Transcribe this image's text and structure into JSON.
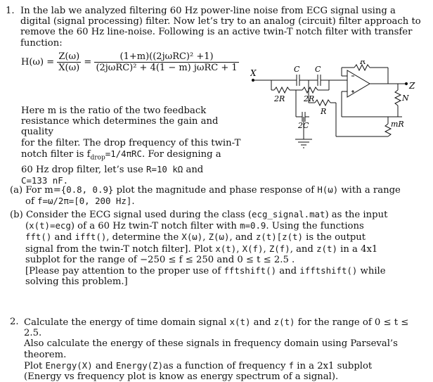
{
  "q1": {
    "number": "1.",
    "intro": "In the lab we analyzed filtering 60 Hz power-line noise from ECG signal using a digital (signal processing) filter. Now let’s try to an analog (circuit) filter approach to remove the 60 Hz line-noise. Following is an active twin-T notch filter with transfer function:",
    "equation": {
      "lhs": "H(ω) =",
      "left_num": "Z(ω)",
      "left_den": "X(ω)",
      "eq": "=",
      "right_num": "(1+m)((2jωRC)² +1)",
      "right_den": "(2jωRC)² + 4(1 − m) jωRC + 1"
    },
    "circuit": {
      "in_label": "X",
      "out_label": "Z",
      "c1": "C",
      "c2": "C",
      "r_out": "R",
      "r2a": "2R",
      "r2b": "2R",
      "c2c": "2C",
      "r_low": "R",
      "mr": "mR",
      "n_label": "N"
    },
    "desc_lines": [
      "Here m is the ratio of the two feedback",
      "resistance which determines the gain and quality",
      "for the filter. The drop frequency of this twin-T",
      "notch filter is f",
      "60 Hz drop filter, let’s use",
      "C=133 nF."
    ],
    "fdrop_sub": "drop",
    "fdrop_eq": "=1/4πRC",
    "fdrop_tail": ". For designing a",
    "r_val": "R=10 kΩ",
    "and_word": "and",
    "part_a": {
      "label": "(a)",
      "t1": "For m=",
      "m_vals": "{0.8, 0.9}",
      "t2": "plot the magnitude and phase response of",
      "h": "H(ω)",
      "t3": "with a range",
      "t4": "of",
      "f_range": "f=ω/2π=[0, 200 Hz]",
      "t5": "."
    },
    "part_b": {
      "label": "(b)",
      "l1a": "Consider the ECG signal used during the class (",
      "file": "ecg_signal.mat",
      "l1b": ") as the input",
      "l2a": "(",
      "xt": "x(t)=ecg",
      "l2b": ") of a 60 Hz twin-T notch filter with",
      "m09": "m=0.9",
      "l2c": ". Using the functions",
      "fft": "fft()",
      "l3a": "and",
      "ifft": "ifft()",
      "l3b": ", determine the",
      "Xw": "X(ω)",
      "Zw": "Z(ω)",
      "l3c": ", and",
      "zt": "z(t)[z(t)",
      "l3d": "is the output",
      "l4": "signal from the twin-T notch filter]. Plot",
      "p1": "x(t)",
      "p2": "X(f)",
      "p3": "Z(f)",
      "p4": "z(t)",
      "l4b": "in a 4x1",
      "l5": "subplot for the range of −250 ≤ f ≤ 250 and 0 ≤ t ≤ 2.5 .",
      "l6a": "[Please pay attention to the proper use of",
      "fftshift": "fftshift()",
      "l6b": "and",
      "ifftshift": "ifftshift()",
      "l6c": "while",
      "l7": "solving this problem.]"
    }
  },
  "q2": {
    "number": "2.",
    "l1a": "Calculate the energy of time domain signal",
    "xt": "x(t)",
    "l1b": "and",
    "zt": "z(t)",
    "l1c": "for the range of 0 ≤ t ≤ 2.5.",
    "l2": "Also calculate the energy of these signals in frequency domain using Parseval’s theorem.",
    "l3a": "Plot",
    "eX": "Energy(X)",
    "l3b": "and",
    "eZ": "Energy(Z)",
    "l3c": "as a function of frequency",
    "f": "f",
    "l3d": "in a 2x1 subplot",
    "l4": "(Energy vs frequency plot is know as energy spectrum of a signal)."
  }
}
